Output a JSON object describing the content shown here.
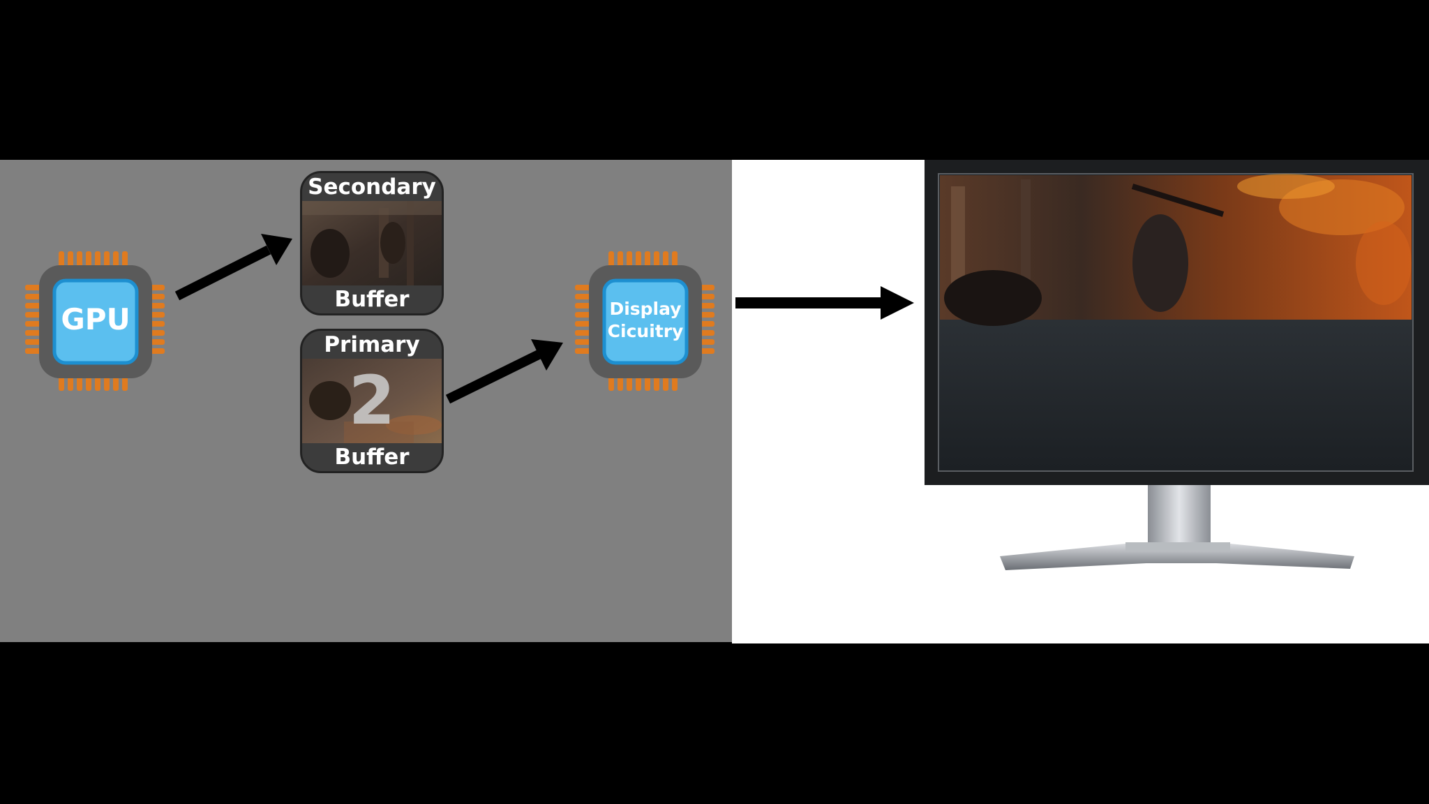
{
  "diagram": {
    "gpu_chip": {
      "label": "GPU"
    },
    "secondary_buffer": {
      "title": "Secondary",
      "footer": "Buffer"
    },
    "primary_buffer": {
      "title": "Primary",
      "footer": "Buffer",
      "overlay_number": "2"
    },
    "display_chip": {
      "label_line1": "Display",
      "label_line2": "Cicuitry"
    }
  },
  "colors": {
    "chip_body": "#5a5a5a",
    "chip_pins": "#e07b1f",
    "chip_core": "#5bbfef",
    "chip_core_border": "#1d8fd0",
    "panel_left": "#808080",
    "panel_right": "#ffffff",
    "arrow": "#000000"
  },
  "icons": [
    "gpu-chip-icon",
    "display-chip-icon",
    "monitor-icon",
    "arrow-icon"
  ]
}
